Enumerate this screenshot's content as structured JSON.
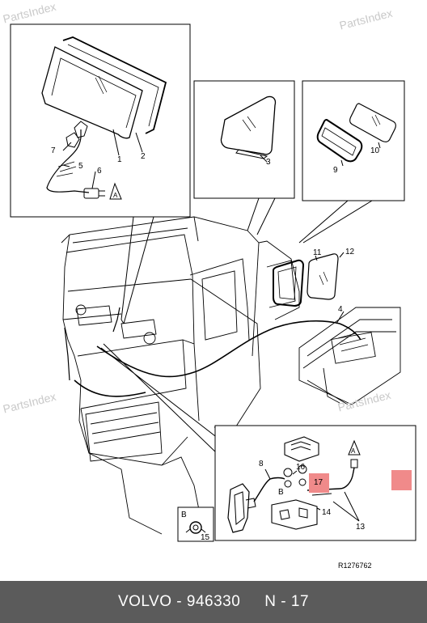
{
  "watermark": "PartsIndex",
  "sheet_code": "R1276762",
  "footer": {
    "brand_part": "VOLVO - 946330",
    "page": "N - 17"
  },
  "parts": {
    "p1": "1",
    "p2": "2",
    "p3": "3",
    "p4": "4",
    "p5": "5",
    "p6": "6",
    "p7": "7",
    "p8": "8",
    "p9": "9",
    "p10": "10",
    "p11": "11",
    "p12": "12",
    "p13": "13",
    "p14": "14",
    "p15": "15",
    "p16": "16",
    "p17": "17"
  },
  "markers": {
    "a": "A",
    "b": "B"
  },
  "colors": {
    "highlight": "#f08a8a",
    "footer_bg": "#5b5b5b",
    "line": "#000000"
  }
}
